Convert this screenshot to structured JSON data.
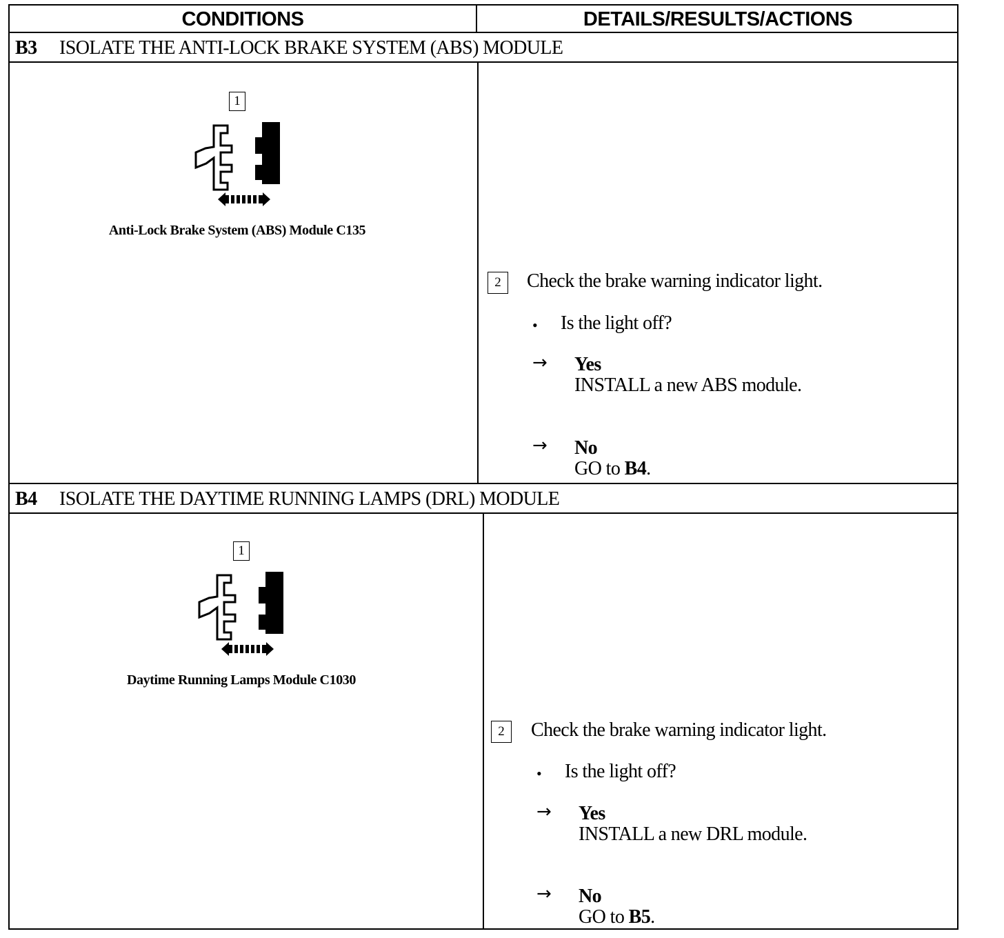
{
  "header": {
    "conditions": "CONDITIONS",
    "details": "DETAILS/RESULTS/ACTIONS"
  },
  "sections": [
    {
      "id": "B3",
      "title": "ISOLATE THE ANTI-LOCK BRAKE SYSTEM (ABS) MODULE",
      "step1_number": "1",
      "connector_icon": "connector-disconnect-icon",
      "caption": "Anti-Lock Brake System (ABS) Module C135",
      "step2_number": "2",
      "instruction": "Check the brake warning indicator light.",
      "question": "Is the light off?",
      "yes_label": "Yes",
      "yes_action": "INSTALL a new ABS module.",
      "no_label": "No",
      "no_action_prefix": "GO to ",
      "no_action_target": "B4",
      "no_action_suffix": "."
    },
    {
      "id": "B4",
      "title": "ISOLATE THE DAYTIME RUNNING LAMPS (DRL) MODULE",
      "step1_number": "1",
      "connector_icon": "connector-disconnect-icon",
      "caption": "Daytime Running Lamps Module C1030",
      "step2_number": "2",
      "instruction": "Check the brake warning indicator light.",
      "question": "Is the light off?",
      "yes_label": "Yes",
      "yes_action": "INSTALL a new DRL module.",
      "no_label": "No",
      "no_action_prefix": "GO to ",
      "no_action_target": "B5",
      "no_action_suffix": "."
    }
  ],
  "symbols": {
    "bullet": "•",
    "arrow": "→"
  }
}
